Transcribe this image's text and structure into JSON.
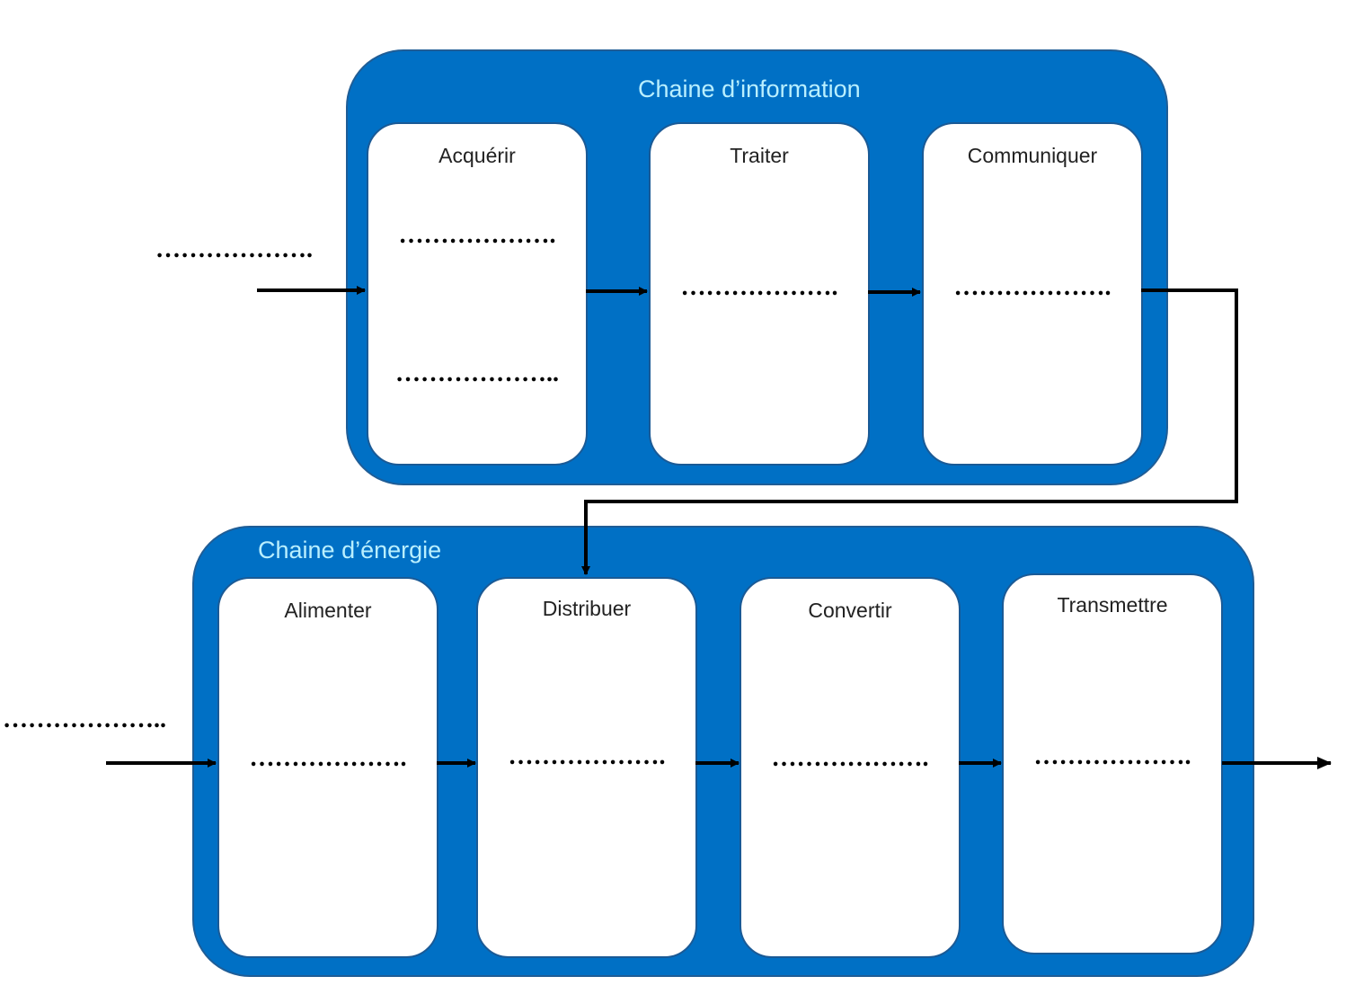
{
  "info_chain": {
    "title": "Chaine d’information",
    "input_placeholder": "……………….",
    "blocks": [
      {
        "title": "Acquérir",
        "placeholders": [
          "……………….",
          "……………….."
        ]
      },
      {
        "title": "Traiter",
        "placeholder": "………………."
      },
      {
        "title": "Communiquer",
        "placeholder": "………………."
      }
    ]
  },
  "energy_chain": {
    "title": "Chaine d’énergie",
    "input_placeholder": "………………..",
    "blocks": [
      {
        "title": "Alimenter",
        "placeholder": "………………."
      },
      {
        "title": "Distribuer",
        "placeholder": "………………."
      },
      {
        "title": "Convertir",
        "placeholder": "………………."
      },
      {
        "title": "Transmettre",
        "placeholder": "………………."
      }
    ]
  },
  "colors": {
    "chain_fill": "#0070c5",
    "chain_title": "#b9efff",
    "block_fill": "#ffffff",
    "arrow": "#000000"
  }
}
